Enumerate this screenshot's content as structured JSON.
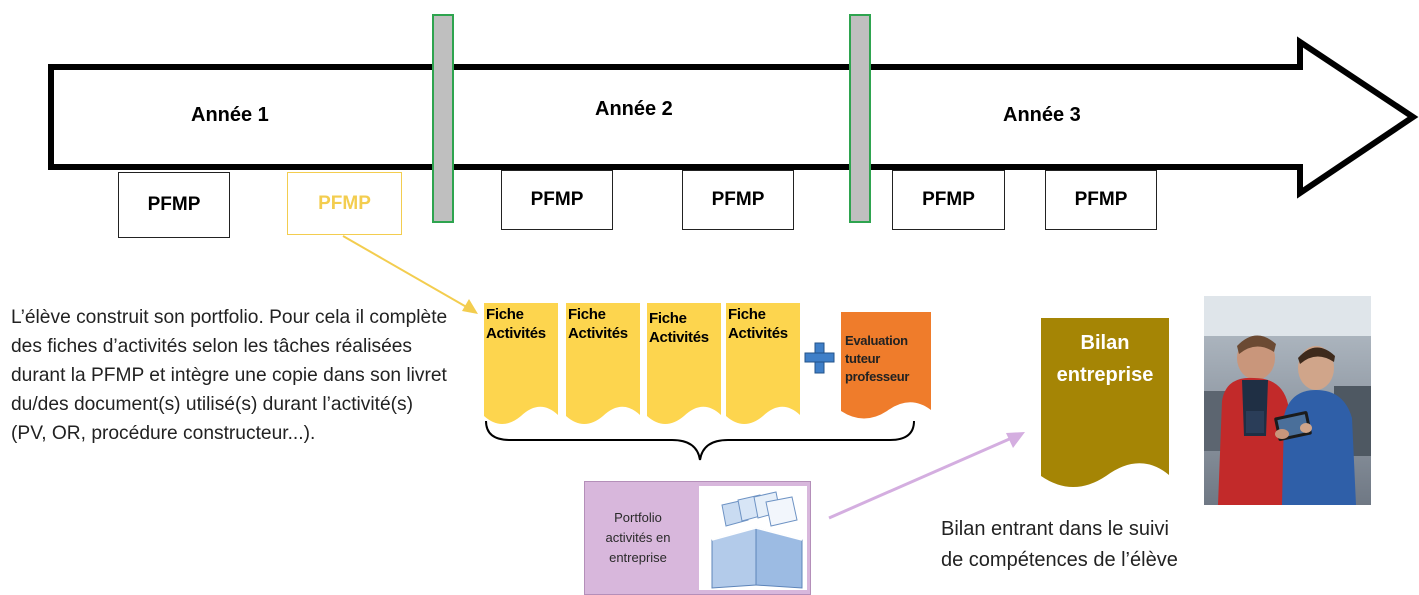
{
  "timeline": {
    "years": [
      "Année 1",
      "Année 2",
      "Année 3"
    ],
    "pfmp_label": "PFMP"
  },
  "intro_text": "L’élève construit son portfolio. Pour cela il complète des fiches d’activités selon les tâches réalisées durant la PFMP et intègre une copie dans son livret du/des document(s) utilisé(s) durant l’activité(s) (PV, OR, procédure constructeur...).",
  "sheets": {
    "line1": "Fiche",
    "line2": "Activités",
    "evaluation": [
      "Evaluation",
      "tuteur",
      "professeur"
    ]
  },
  "portfolio": [
    "Portfolio",
    "activités en",
    "entreprise"
  ],
  "bilan": [
    "Bilan",
    "entreprise"
  ],
  "caption": [
    "Bilan entrant dans le suivi",
    "de compétences de l’élève"
  ],
  "colors": {
    "highlight_yellow": "#f3cd4f",
    "sheet_yellow": "#fdd54e",
    "evaluation_orange": "#ef7c2b",
    "milestone_gray": "#bfbfbf",
    "milestone_border": "#2ea44f",
    "plus_blue": "#3f7fc8",
    "portfolio_purple": "#d8b7dc",
    "bilan_olive": "#a58505",
    "connector_purple": "#d4aee0"
  }
}
